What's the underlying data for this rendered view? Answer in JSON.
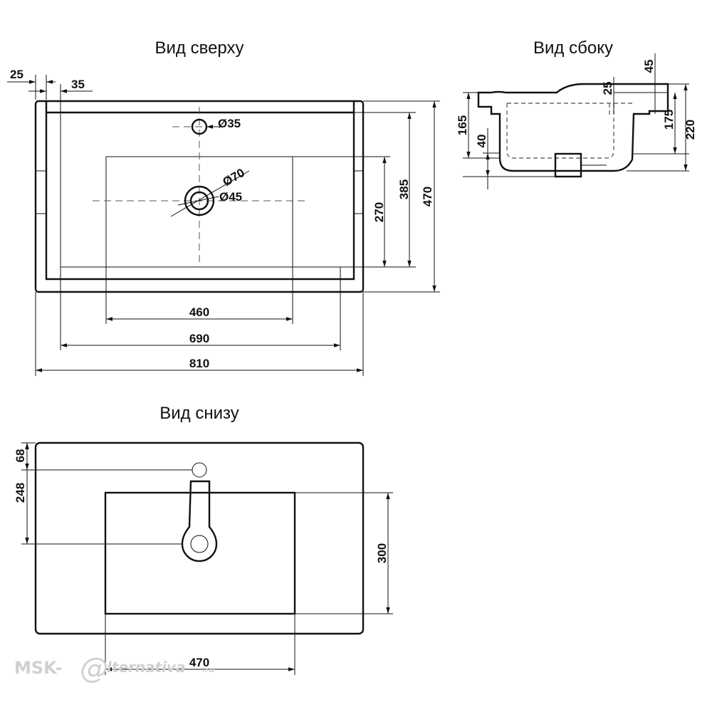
{
  "views": {
    "top": {
      "title": "Вид сверху"
    },
    "side": {
      "title": "Вид сбоку"
    },
    "bottom": {
      "title": "Вид снизу"
    }
  },
  "dimensions": {
    "top_25": "25",
    "top_35": "35",
    "top_d35": "Ø35",
    "top_d70": "Ø70",
    "top_d45": "Ø45",
    "top_270": "270",
    "top_385": "385",
    "top_470": "470",
    "top_460": "460",
    "top_690": "690",
    "top_810": "810",
    "side_45": "45",
    "side_25": "25",
    "side_165": "165",
    "side_40": "40",
    "side_175": "175",
    "side_220": "220",
    "bot_68": "68",
    "bot_248": "248",
    "bot_300": "300",
    "bot_470": "470"
  },
  "watermark": {
    "left": "MSK-",
    "symbol": "@",
    "right": "lternativa",
    "suffix": ".ru"
  }
}
